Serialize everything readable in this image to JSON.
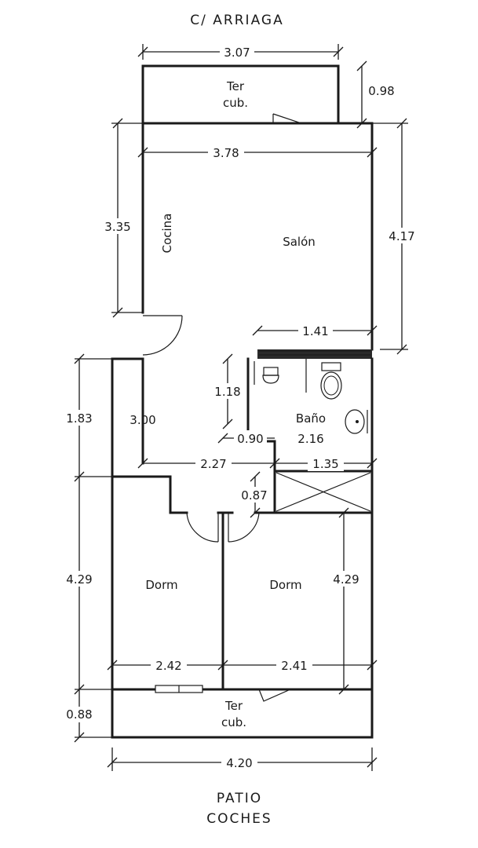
{
  "street_top": "C/ ARRIAGA",
  "street_bottom": [
    "PATIO",
    "COCHES"
  ],
  "rooms": {
    "terrace_top": [
      "Ter",
      "cub."
    ],
    "cocina": "Cocina",
    "salon": "Salón",
    "bano": "Baño",
    "bano_area": "2.16",
    "dorm_left": "Dorm",
    "dorm_right": "Dorm",
    "terrace_bottom": [
      "Ter",
      "cub."
    ]
  },
  "dimensions": {
    "top_width": "3.07",
    "top_terrace_depth": "0.98",
    "salon_width": "3.78",
    "cocina_len": "3.35",
    "salon_depth": "4.17",
    "bano_width": "1.41",
    "hall_len": "1.18",
    "corridor_len": "3.00",
    "corridor_w": "0.90",
    "left_zone": "1.83",
    "hall_width": "2.27",
    "closet_width": "1.35",
    "closet_depth": "0.87",
    "left_dorm_depth": "4.29",
    "right_dorm_depth": "4.29",
    "dorm_left_width": "2.42",
    "dorm_right_width": "2.41",
    "bottom_terrace_depth": "0.88",
    "total_width": "4.20"
  }
}
